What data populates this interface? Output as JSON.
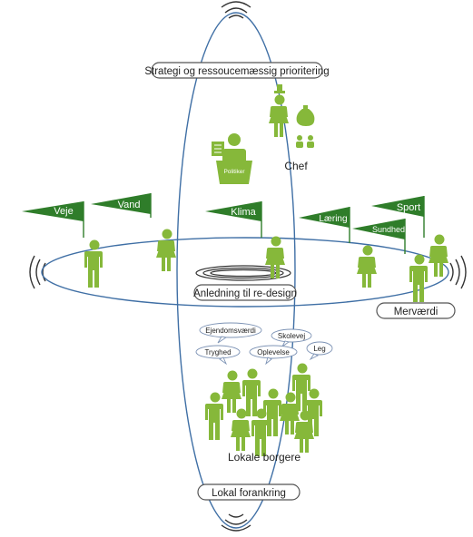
{
  "colors": {
    "green": "#86b83a",
    "dark_green": "#2f7d2a",
    "axis_blue": "#3f6fa5",
    "pill_stroke": "#555555",
    "text": "#222222",
    "bubble_stroke": "#7d93b5"
  },
  "labels": {
    "strategy": "Strategi og ressoucemæssig prioritering",
    "chef": "Chef",
    "politiker": "Politiker",
    "anledning": "Anledning til re-design",
    "mervaerdi": "Merværdi",
    "lokale_borgere": "Lokale borgere",
    "lokal_forankring": "Lokal forankring"
  },
  "flags": {
    "veje": "Veje",
    "vand": "Vand",
    "klima": "Klima",
    "laering": "Læring",
    "sundhed": "Sundhed",
    "sport": "Sport"
  },
  "bubbles": {
    "ejendomsvaerdi": "Ejendomsværdi",
    "skolevej": "Skolevej",
    "tryghed": "Tryghed",
    "oplevelse": "Oplevelse",
    "leg": "Leg"
  },
  "icons": {
    "chef": "businesswoman-with-money-bag-icon",
    "politiker": "politician-at-podium-icon",
    "citizens": "people-crowd-icon",
    "flag_bearer": "person-holding-flag-icon"
  }
}
